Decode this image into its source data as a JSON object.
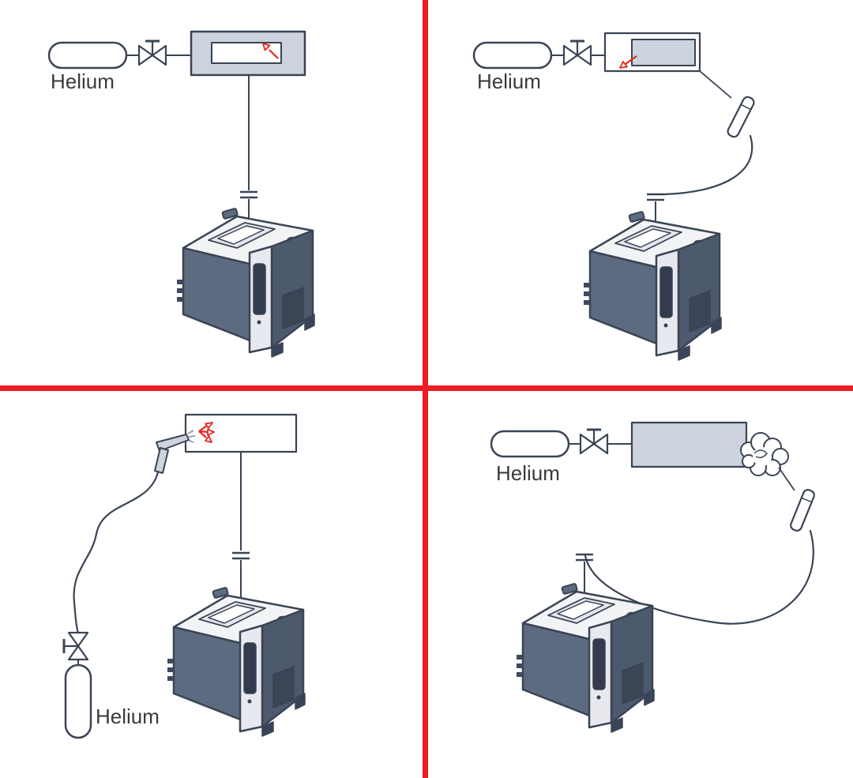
{
  "diagram": {
    "name": "helium-leak-detection-methods",
    "quadrants": [
      {
        "id": "top-left",
        "helium_label": "Helium",
        "components": [
          "helium-cylinder",
          "shutoff-valve",
          "vacuum-chamber",
          "test-part",
          "leak-arrow",
          "flange-connection",
          "leak-detector-unit"
        ]
      },
      {
        "id": "top-right",
        "helium_label": "Helium",
        "components": [
          "helium-cylinder",
          "shutoff-valve",
          "chamber",
          "test-part",
          "leak-arrow",
          "sniffer-probe",
          "sniffer-hose",
          "flange-connection",
          "leak-detector-unit"
        ]
      },
      {
        "id": "bottom-left",
        "helium_label": "Helium",
        "components": [
          "spray-gun",
          "spray-jet",
          "leak-arrows",
          "test-part",
          "flange-connection",
          "leak-detector-unit",
          "shutoff-valve",
          "helium-cylinder"
        ]
      },
      {
        "id": "bottom-right",
        "helium_label": "Helium",
        "components": [
          "helium-cylinder",
          "shutoff-valve",
          "test-part",
          "helium-cloud",
          "sniffer-probe",
          "sniffer-hose",
          "flange-connection",
          "leak-detector-unit"
        ]
      }
    ],
    "colors": {
      "divider_red": "#ed1c24",
      "leak_arrow_red": "#e8251d",
      "outline": "#3a4454",
      "chamber_fill": "#ccd3de",
      "machine_front": "#5d6b80",
      "machine_side": "#4d5a6e",
      "machine_top": "#f2f3f5",
      "label_text": "#3a3a3a"
    }
  }
}
